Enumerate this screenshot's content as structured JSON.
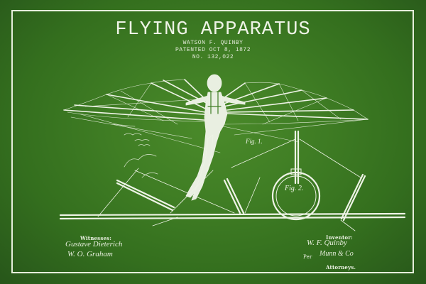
{
  "patent": {
    "title": "FLYING APPARATUS",
    "inventor_line": "WATSON F. QUINBY",
    "patented_line": "PATENTED OCT 8, 1872",
    "number_line": "NO. 132,022"
  },
  "figures": {
    "fig1_label": "Fig. 1.",
    "fig2_label": "Fig. 2."
  },
  "witnesses": {
    "heading": "Witnesses:",
    "signature1": "Gustave Dieterich",
    "signature2": "W. O. Graham"
  },
  "inventor_block": {
    "heading": "Inventor:",
    "signature": "W. F. Quinby",
    "per_label": "Per",
    "attorney_signature": "Munn & Co",
    "attorneys_label": "Attorneys."
  },
  "colors": {
    "background": "#3f7d24",
    "background_edge": "#27561a",
    "line": "#eef3e6"
  }
}
